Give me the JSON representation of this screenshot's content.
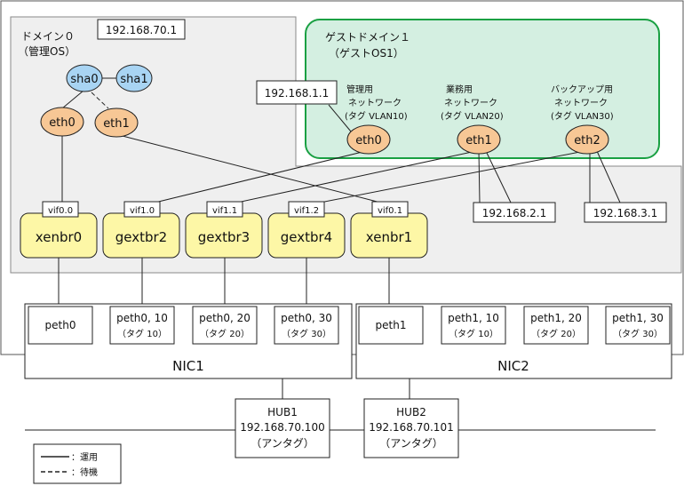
{
  "domain0": {
    "title": "ドメイン０",
    "subtitle": "（管理OS）",
    "ip": "192.168.70.1"
  },
  "guest": {
    "title": "ゲストドメイン１",
    "subtitle": "（ゲストOS1）",
    "ip": "192.168.1.1",
    "eth0": {
      "label": "eth0",
      "l1": "管理用",
      "l2": "ネットワーク",
      "l3": "(タグ VLAN10)"
    },
    "eth1": {
      "label": "eth1",
      "l1": "業務用",
      "l2": "ネットワーク",
      "l3": "(タグ VLAN20)",
      "ip": "192.168.2.1"
    },
    "eth2": {
      "label": "eth2",
      "l1": "バックアップ用",
      "l2": "ネットワーク",
      "l3": "(タグ VLAN30)",
      "ip": "192.168.3.1"
    }
  },
  "sha0": "sha0",
  "sha1": "sha1",
  "eth0": "eth0",
  "eth1": "eth1",
  "bridges": {
    "xenbr0": "xenbr0",
    "gextbr2": "gextbr2",
    "gextbr3": "gextbr3",
    "gextbr4": "gextbr4",
    "xenbr1": "xenbr1"
  },
  "vifs": {
    "v00": "vif0.0",
    "v10": "vif1.0",
    "v11": "vif1.1",
    "v12": "vif1.2",
    "v01": "vif0.1"
  },
  "peth": {
    "p0": "peth0",
    "p010": "peth0, 10",
    "p010t": "（タグ 10）",
    "p020": "peth0, 20",
    "p020t": "（タグ 20）",
    "p030": "peth0, 30",
    "p030t": "（タグ 30）",
    "p1": "peth1",
    "p110": "peth1, 10",
    "p110t": "（タグ 10）",
    "p120": "peth1, 20",
    "p120t": "（タグ 20）",
    "p130": "peth1, 30",
    "p130t": "（タグ 30）"
  },
  "nic1": "NIC1",
  "nic2": "NIC2",
  "hub1": {
    "name": "HUB1",
    "ip": "192.168.70.100",
    "note": "（アンタグ）"
  },
  "hub2": {
    "name": "HUB2",
    "ip": "192.168.70.101",
    "note": "（アンタグ）"
  },
  "legend": {
    "active": "：運用",
    "standby": "：待機"
  }
}
